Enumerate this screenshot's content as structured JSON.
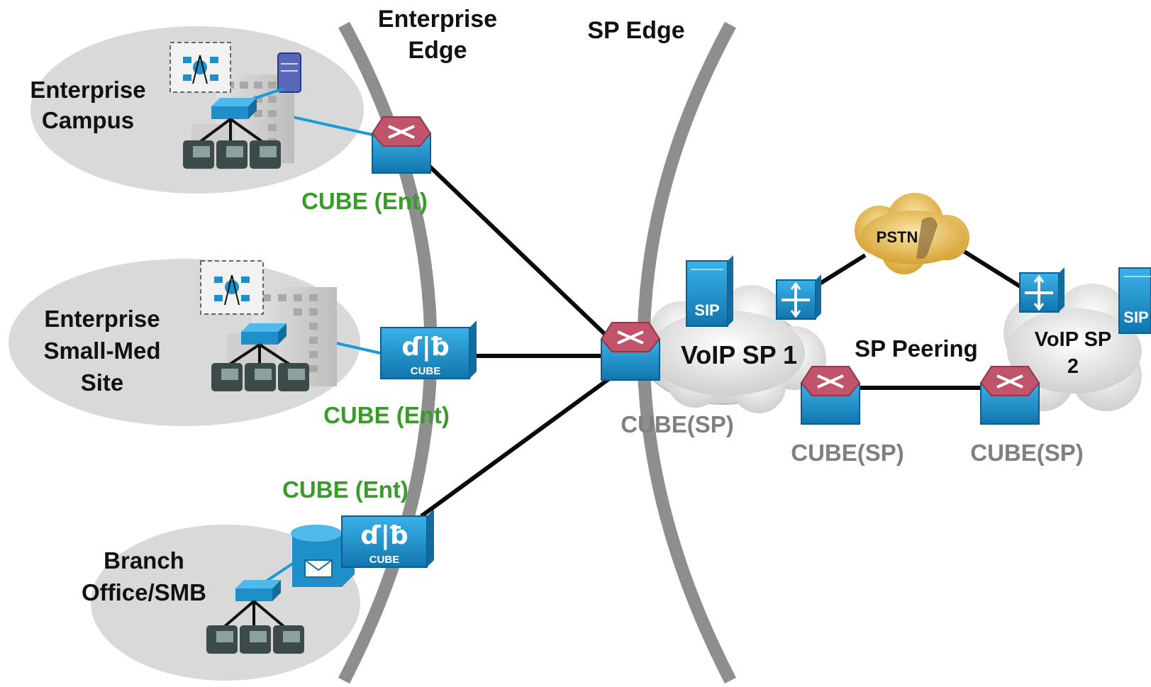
{
  "zones": {
    "enterprise_edge": "Enterprise\nEdge",
    "sp_edge": "SP Edge"
  },
  "sites": {
    "campus": "Enterprise\nCampus",
    "small_med": "Enterprise\nSmall-Med\nSite",
    "branch": "Branch\nOffice/SMB"
  },
  "cube_ent_label": "CUBE (Ent)",
  "cube_sp_label": "CUBE(SP)",
  "cube_badge": "CUBE",
  "clouds": {
    "voip_sp1": "VoIP SP 1",
    "voip_sp2": "VoIP SP\n2",
    "pstn": "PSTN"
  },
  "peering_label": "SP Peering",
  "sip_badge": "SIP",
  "colors": {
    "arc": "#8e8e8e",
    "link": "#0a0a0a",
    "lan": "#1a9ad6",
    "cisco_blue": "#1f8fc9",
    "router_top": "#c0546a",
    "cube_green": "#3a9a2a",
    "sp_gray": "#808080",
    "site_ellipse": "#d9d9d9"
  }
}
